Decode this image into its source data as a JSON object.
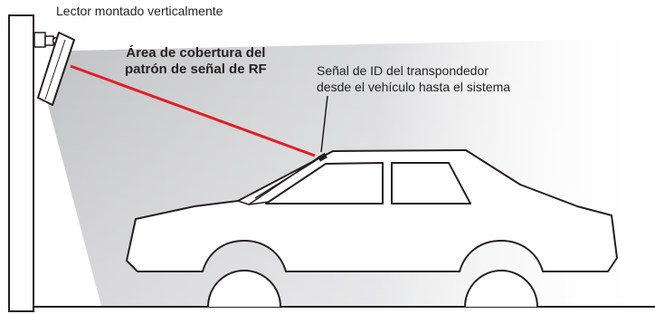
{
  "labels": {
    "reader": "Lector montado verticalmente",
    "coverage_line1": "Área de cobertura del",
    "coverage_line2": "patrón de señal de RF",
    "signal_line1": "Señal de ID del transpondedor",
    "signal_line2": "desde el vehículo hasta el sistema"
  },
  "colors": {
    "outline": "#231f20",
    "signal_line": "#e31e24",
    "coverage_gray": "#bdbec0",
    "background": "#ffffff"
  }
}
